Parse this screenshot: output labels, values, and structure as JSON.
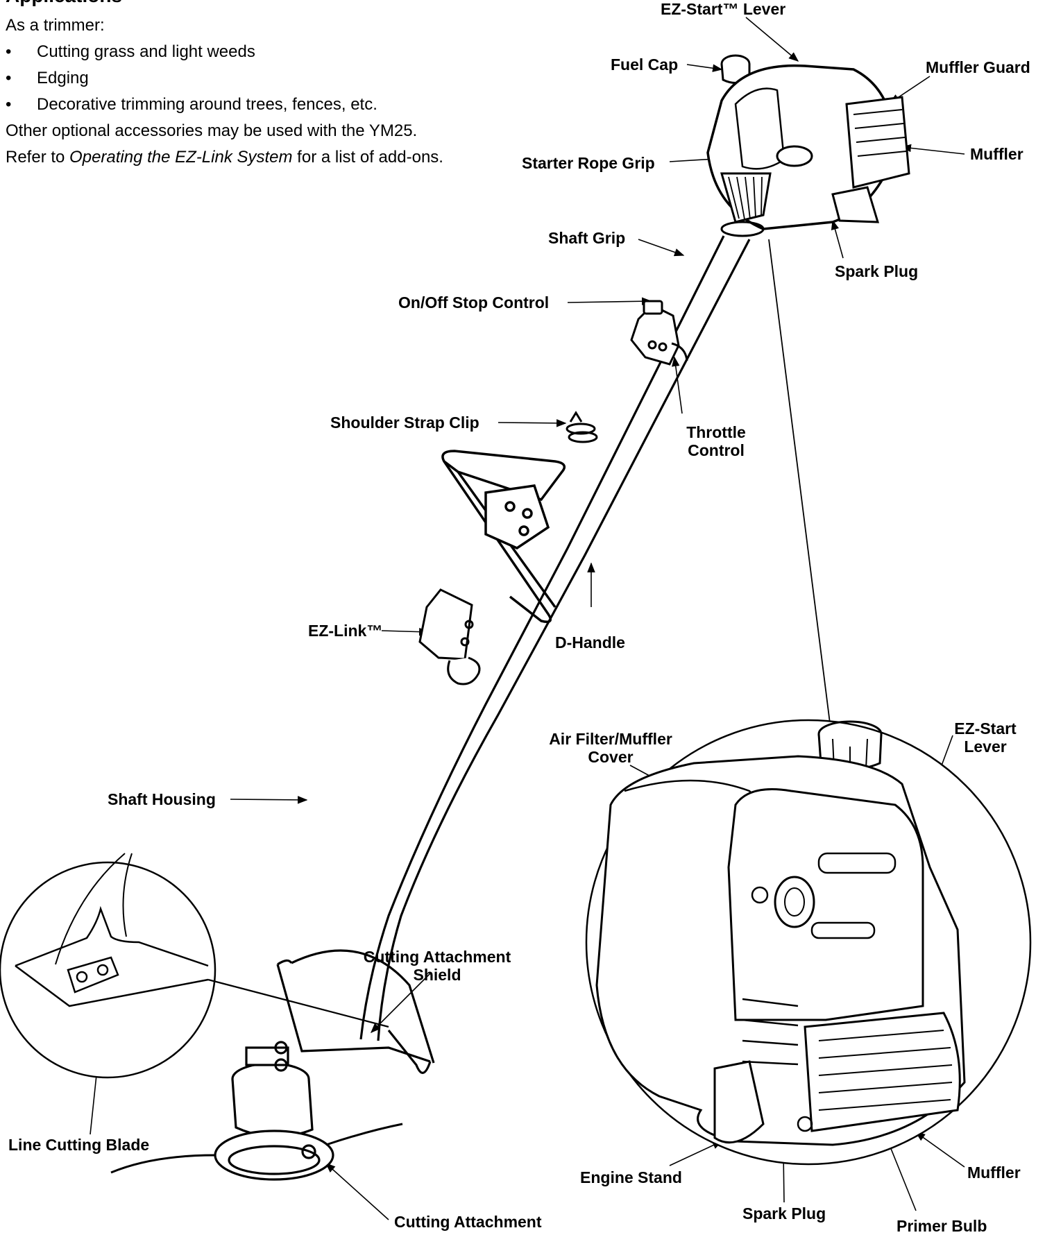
{
  "intro": {
    "heading": "Applications",
    "as_trimmer": "As a trimmer:",
    "uses": [
      "Cutting grass and light weeds",
      "Edging",
      "Decorative trimming around trees, fences, etc."
    ],
    "note_line1": "Other optional accessories may be used with the YM25.",
    "note_line2_prefix": "Refer to ",
    "note_line2_italic": "Operating the EZ-Link System",
    "note_line2_suffix": " for a list of add-ons."
  },
  "labels": {
    "ez_start_tm_lever": "EZ-Start™ Lever",
    "fuel_cap": "Fuel Cap",
    "muffler_guard": "Muffler Guard",
    "starter_rope_grip": "Starter Rope Grip",
    "muffler_top": "Muffler",
    "shaft_grip": "Shaft Grip",
    "spark_plug_top": "Spark Plug",
    "on_off_stop_control": "On/Off Stop Control",
    "shoulder_strap_clip": "Shoulder Strap Clip",
    "throttle_control_l1": "Throttle",
    "throttle_control_l2": "Control",
    "ez_link": "EZ-Link™",
    "d_handle": "D-Handle",
    "air_filter_l1": "Air Filter/Muffler",
    "air_filter_l2": "Cover",
    "ez_start_lever_l1": "EZ-Start",
    "ez_start_lever_l2": "Lever",
    "shaft_housing": "Shaft Housing",
    "cutting_attachment_shield_l1": "Cutting Attachment",
    "cutting_attachment_shield_l2": "Shield",
    "line_cutting_blade": "Line Cutting Blade",
    "engine_stand": "Engine Stand",
    "muffler_inset": "Muffler",
    "spark_plug_inset": "Spark Plug",
    "primer_bulb": "Primer Bulb",
    "cutting_attachment": "Cutting Attachment"
  }
}
